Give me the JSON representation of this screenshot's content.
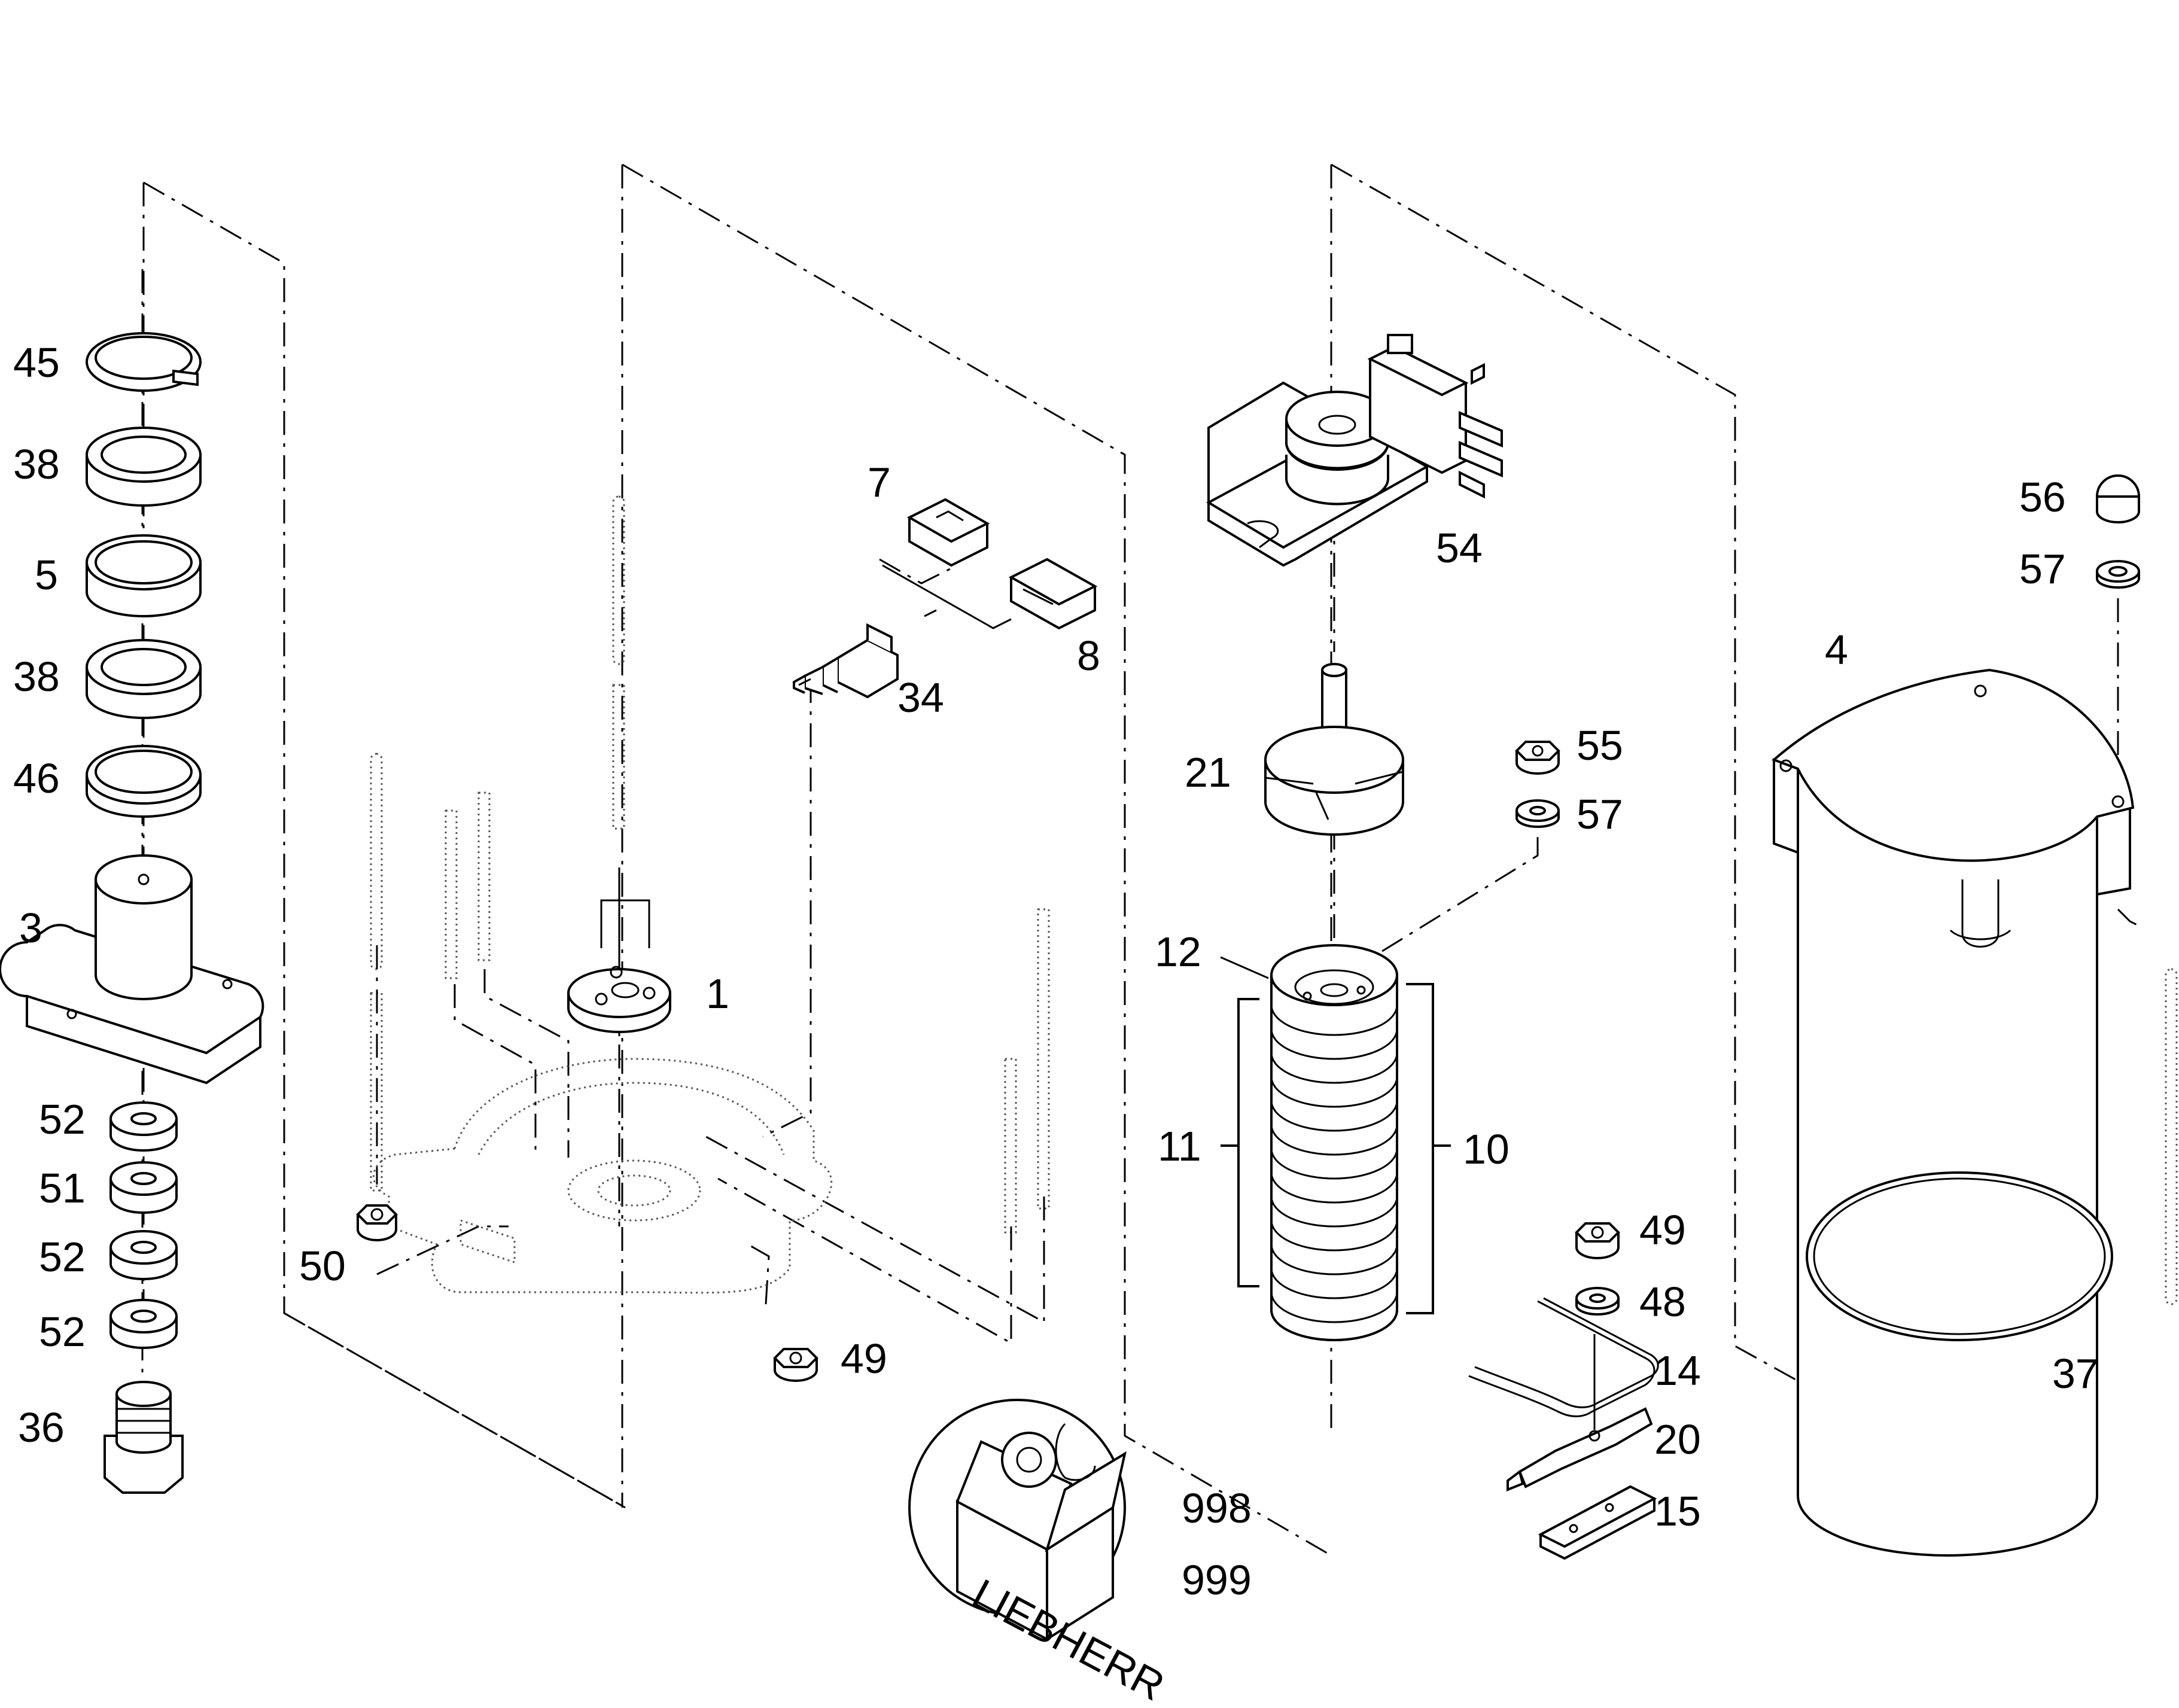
{
  "diagram": {
    "part_numbers": {
      "p45": "45",
      "p38a": "38",
      "p5": "5",
      "p38b": "38",
      "p46": "46",
      "p3": "3",
      "p52a": "52",
      "p51": "51",
      "p52b": "52",
      "p52c": "52",
      "p36": "36",
      "p50": "50",
      "p1": "1",
      "p7": "7",
      "p8": "8",
      "p34": "34",
      "p49a": "49",
      "p54": "54",
      "p21": "21",
      "p55": "55",
      "p57a": "57",
      "p12": "12",
      "p11": "11",
      "p10": "10",
      "p49b": "49",
      "p48": "48",
      "p14": "14",
      "p20": "20",
      "p15": "15",
      "p56": "56",
      "p57b": "57",
      "p4": "4",
      "p37": "37",
      "p998": "998",
      "p999": "999"
    },
    "kit_box_text": "LIEBHERR"
  }
}
